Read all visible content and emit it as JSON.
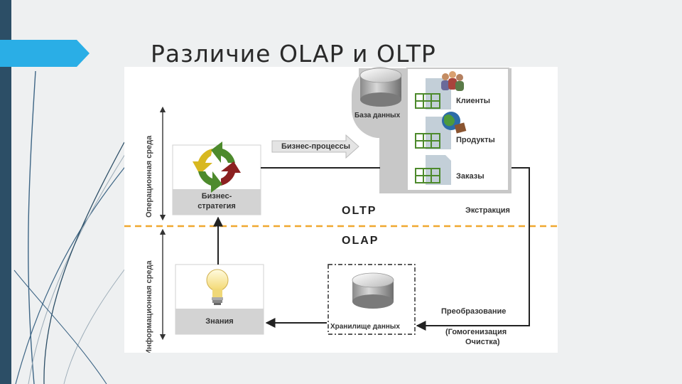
{
  "slide": {
    "title": "Различие OLAP и OLTP"
  },
  "diagram": {
    "side_labels": {
      "operational": "Операционная среда",
      "informational": "Информационная среда"
    },
    "zones": {
      "oltp": "OLTP",
      "olap": "OLAP"
    },
    "nodes": {
      "database": "База данных",
      "clients": "Клиенты",
      "products": "Продукты",
      "orders": "Заказы",
      "business_strategy_line1": "Бизнес-",
      "business_strategy_line2": "стратегия",
      "knowledge": "Знания",
      "data_warehouse": "Хранилище данных"
    },
    "flows": {
      "business_processes": "Бизнес-процессы",
      "extraction": "Экстракция",
      "transformation": "Преобразование",
      "homogenization_line1": "(Гомогенизация",
      "homogenization_line2": "Очистка)"
    }
  },
  "icons": [
    "arrow-tab-icon",
    "database-icon",
    "table-icon",
    "people-icon",
    "globe-icon",
    "cycle-icon",
    "lightbulb-icon",
    "warehouse-icon"
  ],
  "colors": {
    "left_bar": "#2c4e66",
    "accent_tab": "#2aaee6",
    "separator": "#f0a830",
    "grid_green": "#4d8a2c",
    "cycle_green": "#4d8a2c",
    "cycle_yellow": "#d8b820",
    "cycle_red": "#8c2020"
  }
}
